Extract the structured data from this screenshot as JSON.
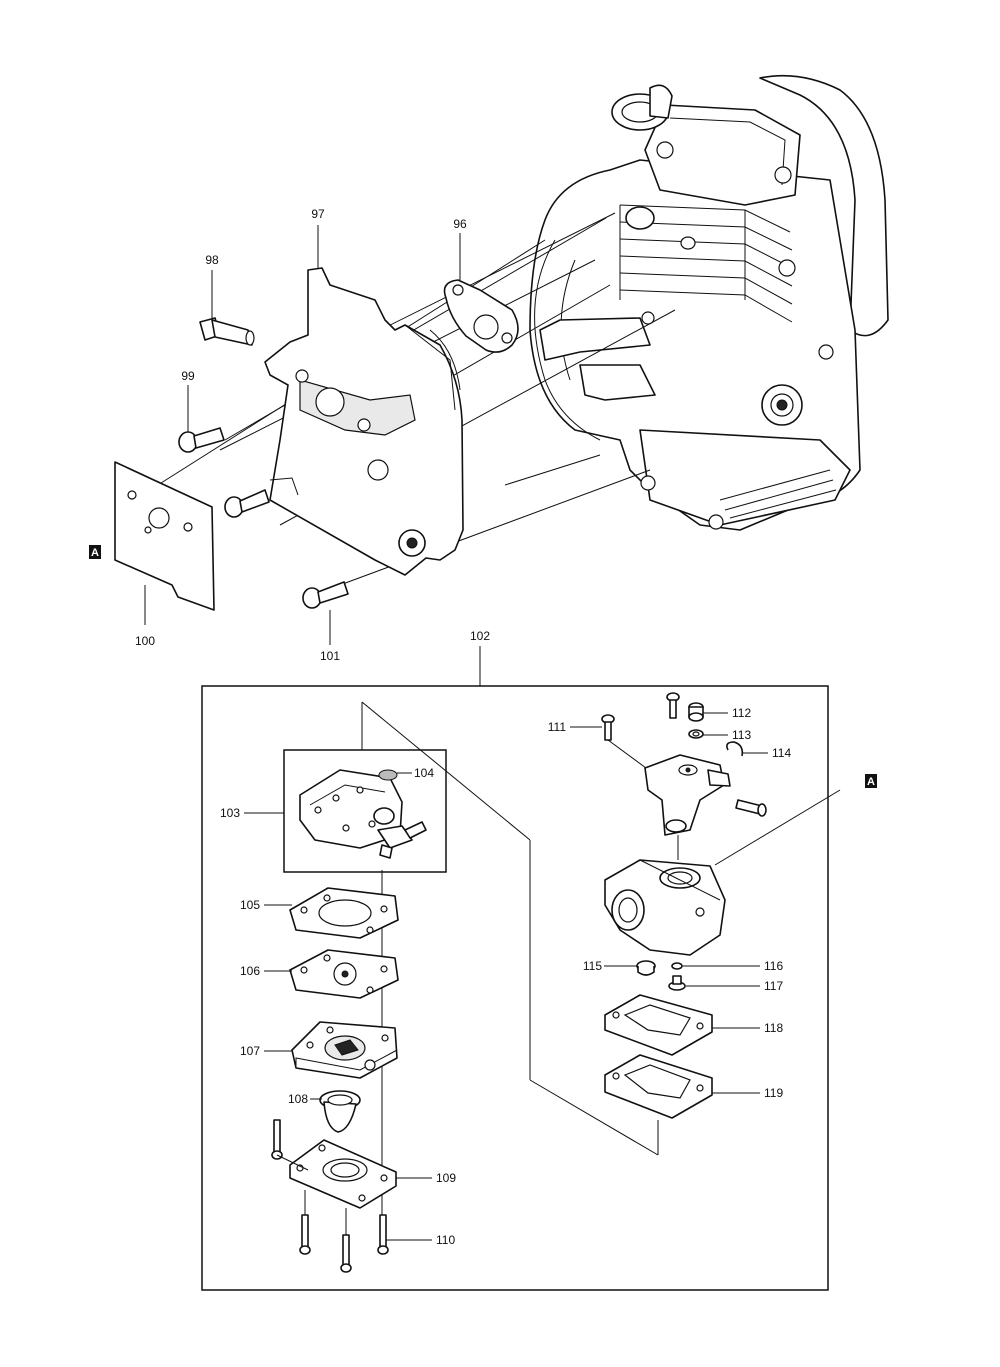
{
  "callouts": {
    "c96": "96",
    "c97": "97",
    "c98": "98",
    "c99": "99",
    "c100": "100",
    "c101": "101",
    "c102": "102",
    "c103": "103",
    "c104": "104",
    "c105": "105",
    "c106": "106",
    "c107": "107",
    "c108": "108",
    "c109": "109",
    "c110": "110",
    "c111": "111",
    "c112": "112",
    "c113": "113",
    "c114": "114",
    "c115": "115",
    "c116": "116",
    "c117": "117",
    "c118": "118",
    "c119": "119"
  },
  "markers": {
    "a_left": "A",
    "a_right": "A"
  }
}
